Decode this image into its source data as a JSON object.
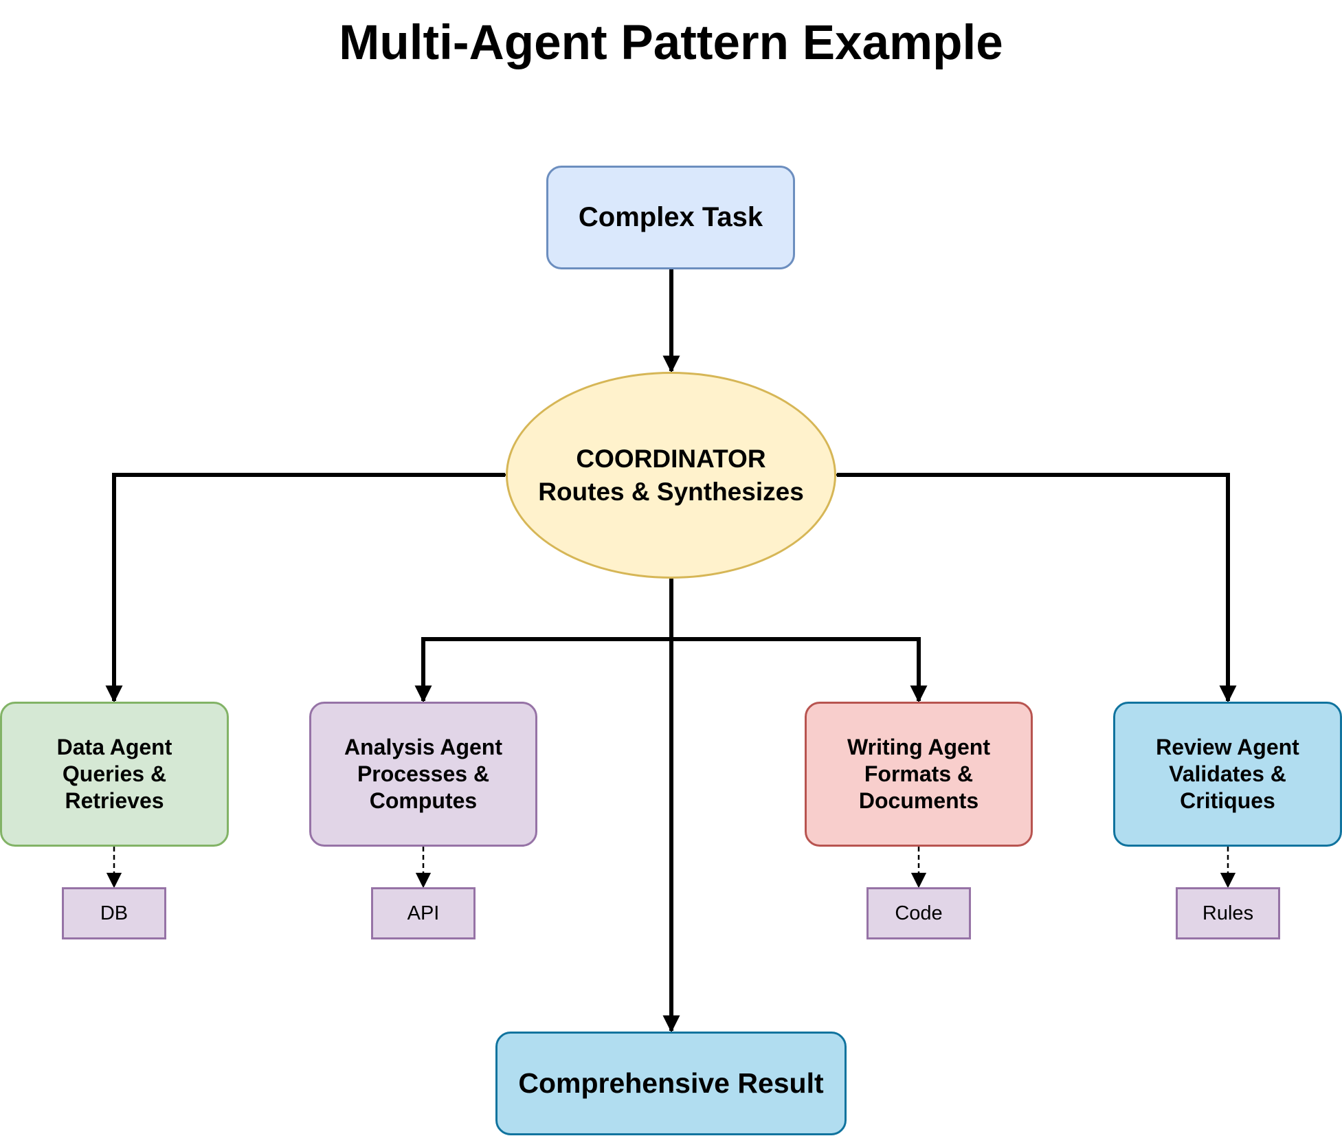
{
  "title": "Multi-Agent Pattern Example",
  "colors": {
    "task_fill": "#dae8fc",
    "task_border": "#6c8ebf",
    "coord_fill": "#fff2cc",
    "coord_border": "#d6b656",
    "data_fill": "#d5e8d4",
    "data_border": "#82b366",
    "analysis_fill": "#e1d5e7",
    "analysis_border": "#9673a6",
    "writing_fill": "#f8cecc",
    "writing_border": "#b85450",
    "review_fill": "#b1ddf0",
    "review_border": "#10739e",
    "tool_fill": "#e1d5e7",
    "tool_border": "#9673a6",
    "edge": "#000000"
  },
  "nodes": {
    "task": "Complex Task",
    "coordinator": {
      "line1": "COORDINATOR",
      "line2": "Routes & Synthesizes"
    },
    "data_agent": {
      "line1": "Data Agent",
      "line2": "Queries &",
      "line3": "Retrieves"
    },
    "analysis_agent": {
      "line1": "Analysis Agent",
      "line2": "Processes &",
      "line3": "Computes"
    },
    "writing_agent": {
      "line1": "Writing Agent",
      "line2": "Formats &",
      "line3": "Documents"
    },
    "review_agent": {
      "line1": "Review Agent",
      "line2": "Validates &",
      "line3": "Critiques"
    },
    "result": "Comprehensive Result"
  },
  "tools": {
    "data": "DB",
    "analysis": "API",
    "writing": "Code",
    "review": "Rules"
  },
  "edges": [
    {
      "from": "task",
      "to": "coordinator",
      "style": "solid"
    },
    {
      "from": "coordinator",
      "to": "data_agent",
      "style": "solid",
      "bidirectional": true
    },
    {
      "from": "coordinator",
      "to": "review_agent",
      "style": "solid",
      "bidirectional": true
    },
    {
      "from": "coordinator",
      "to": "analysis_agent",
      "style": "solid"
    },
    {
      "from": "coordinator",
      "to": "writing_agent",
      "style": "solid"
    },
    {
      "from": "coordinator",
      "to": "result",
      "style": "solid",
      "bidirectional": true
    },
    {
      "from": "data_agent",
      "to": "db_tool",
      "style": "dashed"
    },
    {
      "from": "analysis_agent",
      "to": "api_tool",
      "style": "dashed"
    },
    {
      "from": "writing_agent",
      "to": "code_tool",
      "style": "dashed"
    },
    {
      "from": "review_agent",
      "to": "rules_tool",
      "style": "dashed"
    }
  ]
}
